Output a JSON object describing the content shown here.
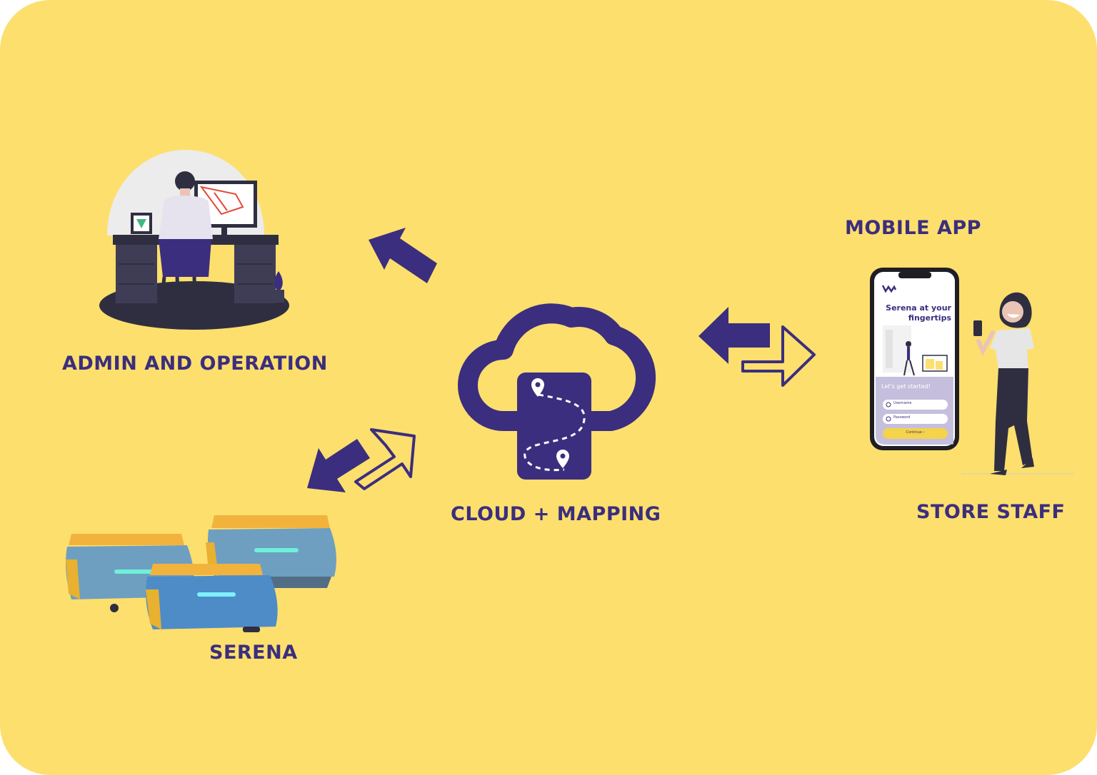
{
  "labels": {
    "admin": "ADMIN AND OPERATION",
    "cloud": "CLOUD + MAPPING",
    "mobile_app": "MOBILE APP",
    "store_staff": "STORE STAFF",
    "robot": "SERENA"
  },
  "phone": {
    "headline_line1": "Serena at your",
    "headline_line2": "fingertips",
    "prompt": "Let's get started!",
    "username_placeholder": "Username",
    "password_placeholder": "Password",
    "continue_label": "Continue ›"
  },
  "colors": {
    "background": "#FDDF6E",
    "primary": "#3B2E7E"
  }
}
